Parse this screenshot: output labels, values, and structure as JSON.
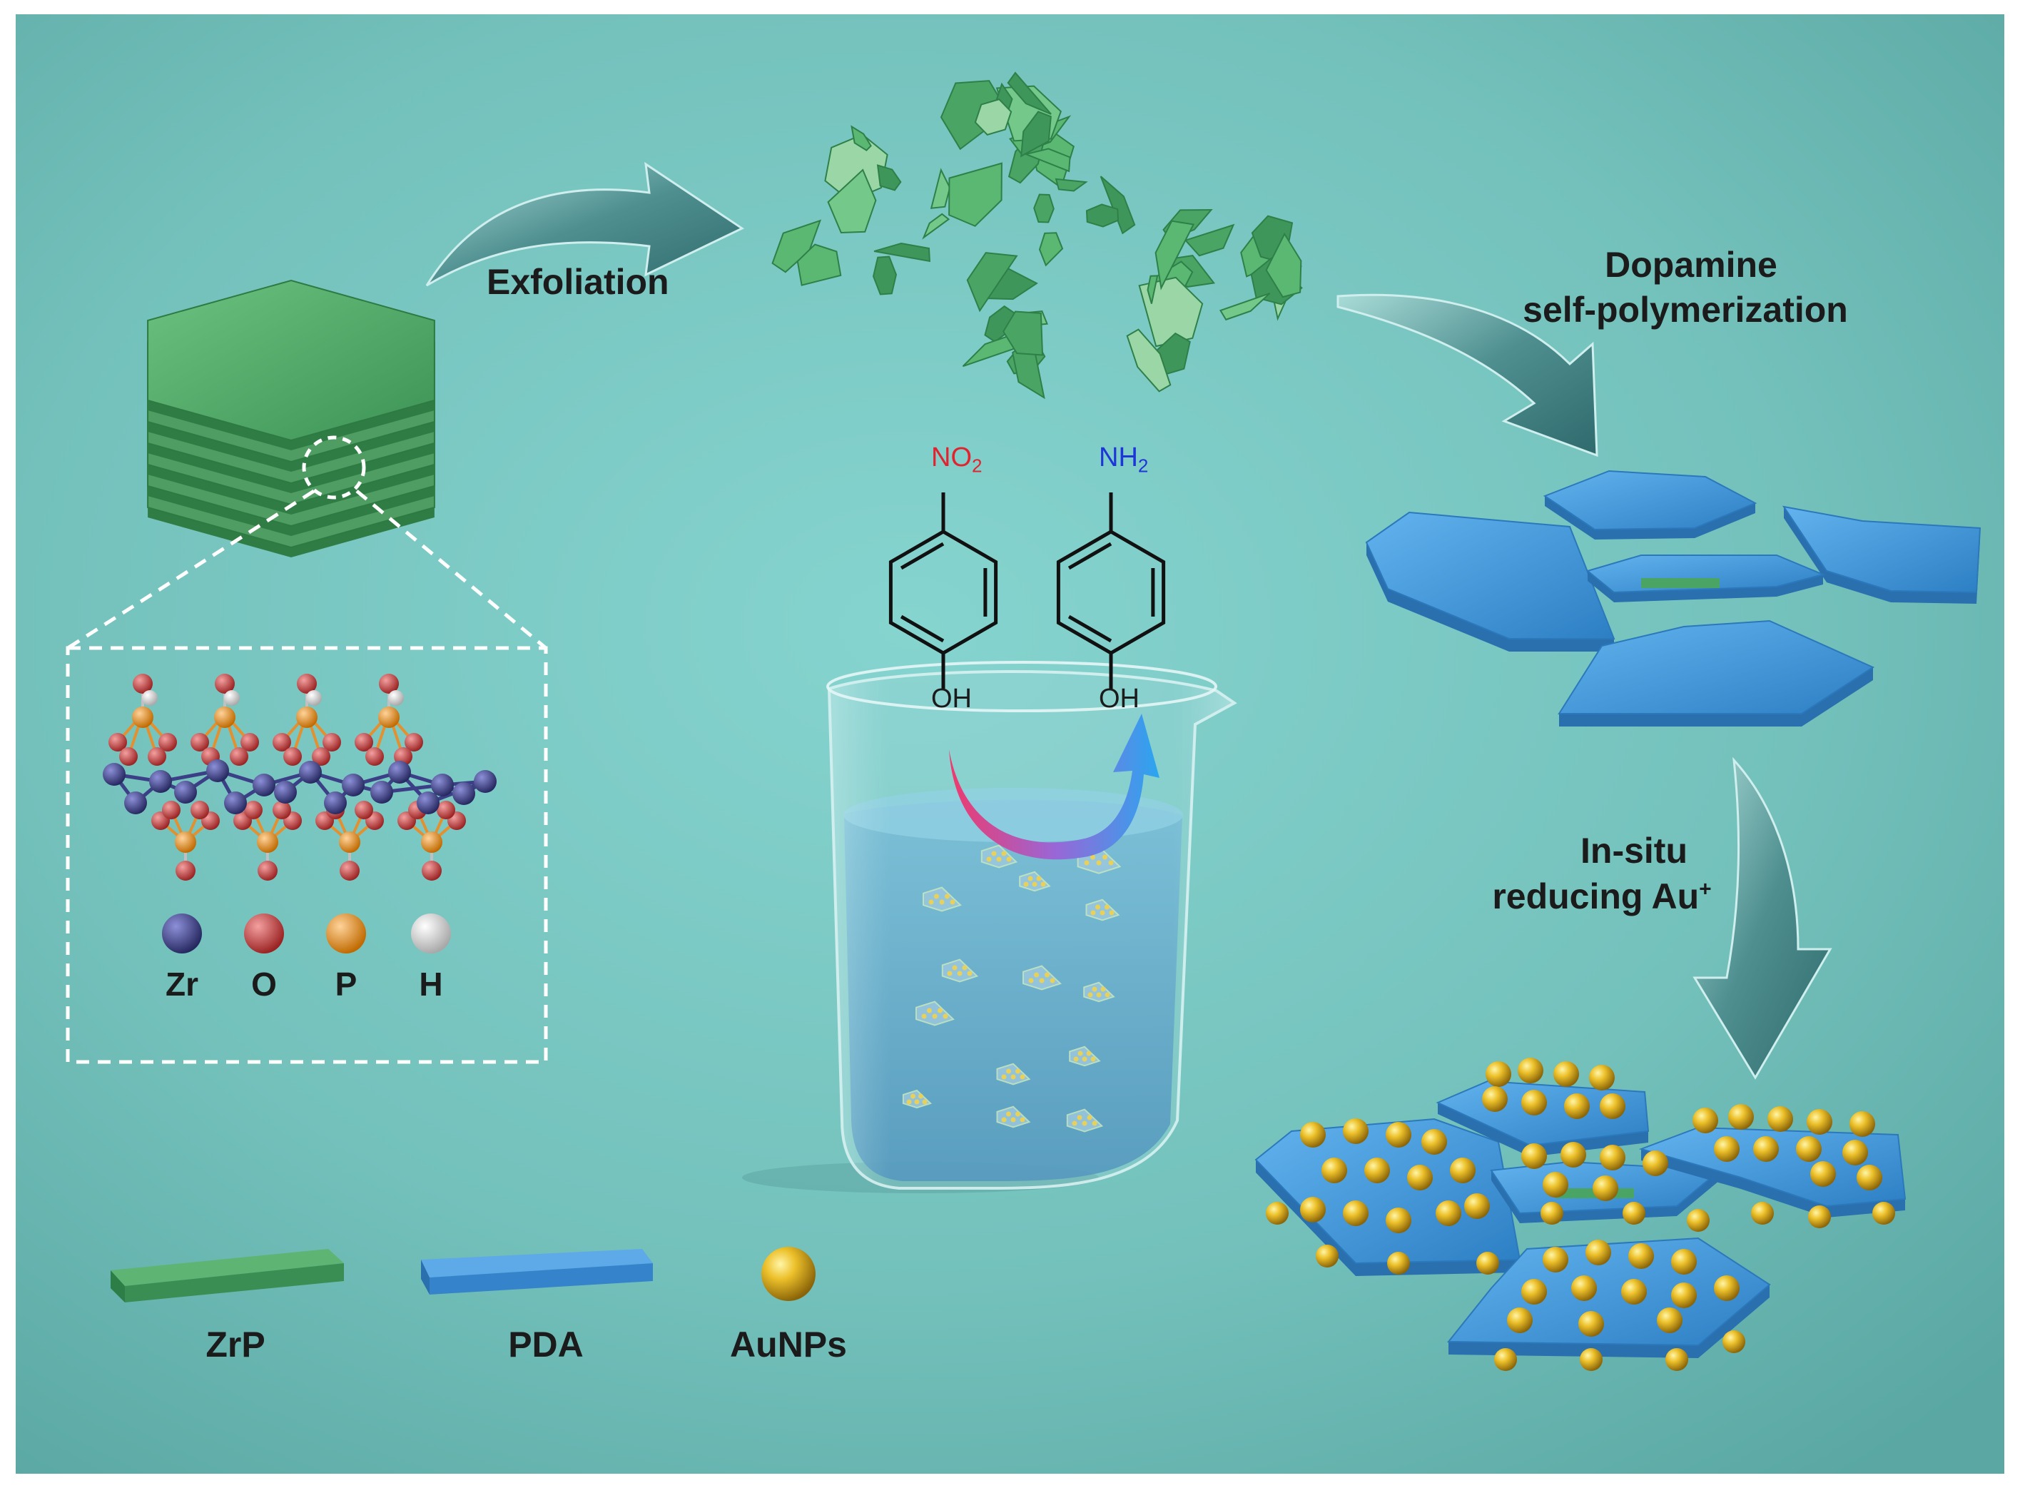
{
  "steps": {
    "exfoliation": "Exfoliation",
    "dopamine_line1": "Dopamine",
    "dopamine_line2": "self-polymerization",
    "insitu_line1": "In-situ",
    "insitu_line2": "reducing Au",
    "insitu_superscript": "+"
  },
  "atoms": [
    {
      "symbol": "Zr",
      "color": "#3a3d78"
    },
    {
      "symbol": "O",
      "color": "#c33b3b"
    },
    {
      "symbol": "P",
      "color": "#e8901c"
    },
    {
      "symbol": "H",
      "color": "#e6e6e6"
    }
  ],
  "legend": [
    {
      "label": "ZrP",
      "color": "#3f9a5a"
    },
    {
      "label": "PDA",
      "color": "#3c8fd4"
    },
    {
      "label": "AuNPs",
      "color": "#d4a414"
    }
  ],
  "reaction": {
    "reactant_group": "NO",
    "reactant_sub": "2",
    "reactant_color": "#e0242f",
    "product_group": "NH",
    "product_sub": "2",
    "product_color": "#1c36d8",
    "para_group": "OH"
  },
  "colors": {
    "background": "#7fcbc6",
    "arrow": "#3f7f82",
    "zrp": "#4aa463",
    "pda": "#3d92d8",
    "gold": "#e2b21c"
  }
}
